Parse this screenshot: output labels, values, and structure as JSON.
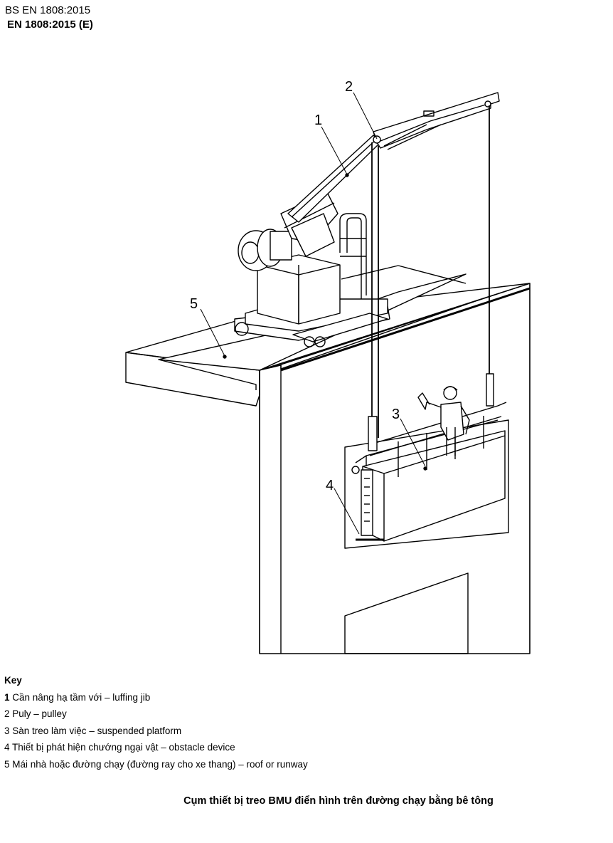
{
  "header": {
    "line1": "BS EN 1808:2015",
    "line2": "EN 1808:2015 (E)"
  },
  "figure": {
    "callouts": [
      "1",
      "2",
      "3",
      "4",
      "5"
    ]
  },
  "key": {
    "title": "Key",
    "items": [
      {
        "num": "1",
        "text": " Cần nâng hạ tầm với – luffing jib"
      },
      {
        "num": "2",
        "text": " Puly – pulley"
      },
      {
        "num": "3",
        "text": " Sàn treo làm việc – suspended platform"
      },
      {
        "num": "4",
        "text": " Thiết bị phát hiện chướng ngại vật – obstacle device"
      },
      {
        "num": "5",
        "text": " Mái nhà hoặc đường chạy (đường ray cho xe thang) – roof or runway"
      }
    ]
  },
  "caption": "Cụm thiết bị treo BMU điển hình trên đường chạy bằng bê tông"
}
